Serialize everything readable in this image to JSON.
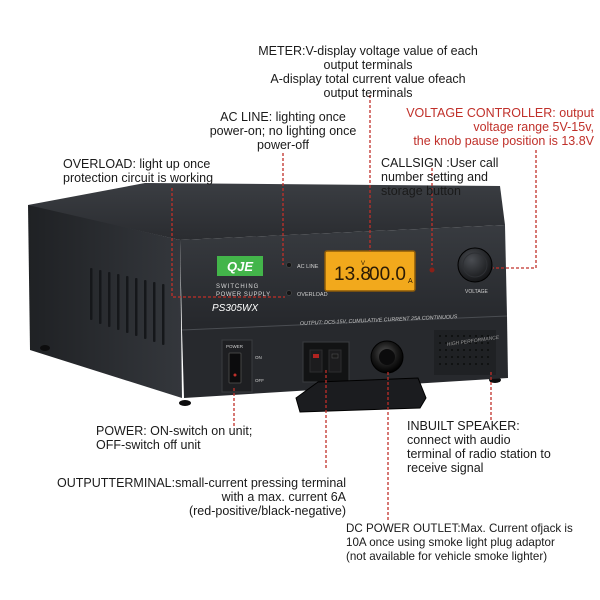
{
  "colors": {
    "body": "#2b2e33",
    "front": "#2f3237",
    "lcd_bg": "#f2a91c",
    "lcd_text": "#2a1a05",
    "callout_red": "#c0302a",
    "logo_green": "#43b54a"
  },
  "device": {
    "brand_logo": "QJE",
    "brand_text_1": "SWITCHING",
    "brand_text_2": "POWER SUPPLY",
    "model": "PS305WX",
    "ac_line_label": "AC LINE",
    "overload_label": "OVERLOAD",
    "voltage_display": "13.8",
    "current_display": "00.0",
    "voltage_unit": "V",
    "current_unit": "A",
    "knob_label": "VOLTAGE",
    "output_spec": "OUTPUT: DC5-15V,  CUMULATIVE CURRENT 25A CONTINUOUS",
    "power_label": "POWER",
    "on_label": "ON",
    "off_label": "OFF",
    "speaker_text": "HIGH PERFORMANCE"
  },
  "callouts": {
    "meter": [
      "METER:V-display voltage value of each",
      "output terminals",
      "A-display total current value ofeach",
      "output terminals"
    ],
    "voltage_controller": [
      "VOLTAGE CONTROLLER: output",
      "voltage range 5V-15v,",
      "the knob pause position is 13.8V"
    ],
    "ac_line": [
      "AC LINE: lighting once",
      "power-on; no lighting once",
      "power-off"
    ],
    "callsign": [
      "CALLSIGN :User call",
      "number setting and",
      "storage button"
    ],
    "overload": [
      "OVERLOAD: light up once",
      "protection circuit is working"
    ],
    "power": [
      "POWER: ON-switch on unit;",
      "OFF-switch off unit"
    ],
    "inbuilt_speaker": [
      "INBUILT SPEAKER:",
      "connect with audio",
      "terminal of radio station to",
      "receive signal"
    ],
    "output_terminal": [
      "OUTPUTTERMINAL:small-current pressing terminal",
      "with a max. current 6A",
      "(red-positive/black-negative)"
    ],
    "dc_outlet": [
      "DC POWER OUTLET:Max. Current ofjack is",
      "10A once using smoke light plug adaptor",
      "(not available for vehicle smoke lighter)"
    ]
  }
}
